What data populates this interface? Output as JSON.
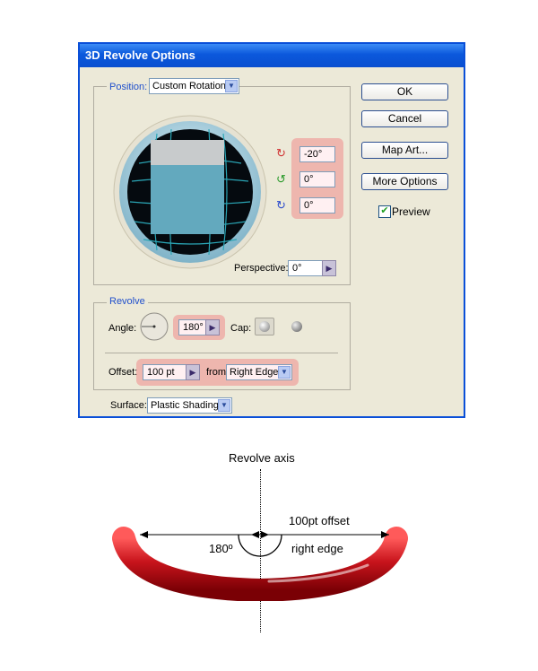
{
  "dialog": {
    "title": "3D Revolve Options",
    "position": {
      "legend": "Position:",
      "value": "Custom Rotation"
    },
    "rotation": {
      "x": "-20°",
      "y": "0°",
      "z": "0°"
    },
    "perspective": {
      "label": "Perspective:",
      "value": "0°"
    },
    "buttons": {
      "ok": "OK",
      "cancel": "Cancel",
      "map_art": "Map Art...",
      "more_options": "More Options"
    },
    "preview": {
      "label": "Preview",
      "checked": true
    },
    "revolve": {
      "legend": "Revolve",
      "angle_label": "Angle:",
      "angle_value": "180°",
      "cap_label": "Cap:",
      "offset_label": "Offset:",
      "offset_value": "100 pt",
      "from_label": "from",
      "from_value": "Right Edge"
    },
    "surface": {
      "label": "Surface:",
      "value": "Plastic Shading"
    }
  },
  "illustration": {
    "axis_label": "Revolve axis",
    "offset_label": "100pt offset",
    "angle_label": "180º",
    "edge_label": "right edge"
  },
  "colors": {
    "title_bar": "#0b58dc",
    "dialog_bg": "#ece9d8",
    "highlight": "#f08c8c",
    "tube": "#c8141c"
  }
}
